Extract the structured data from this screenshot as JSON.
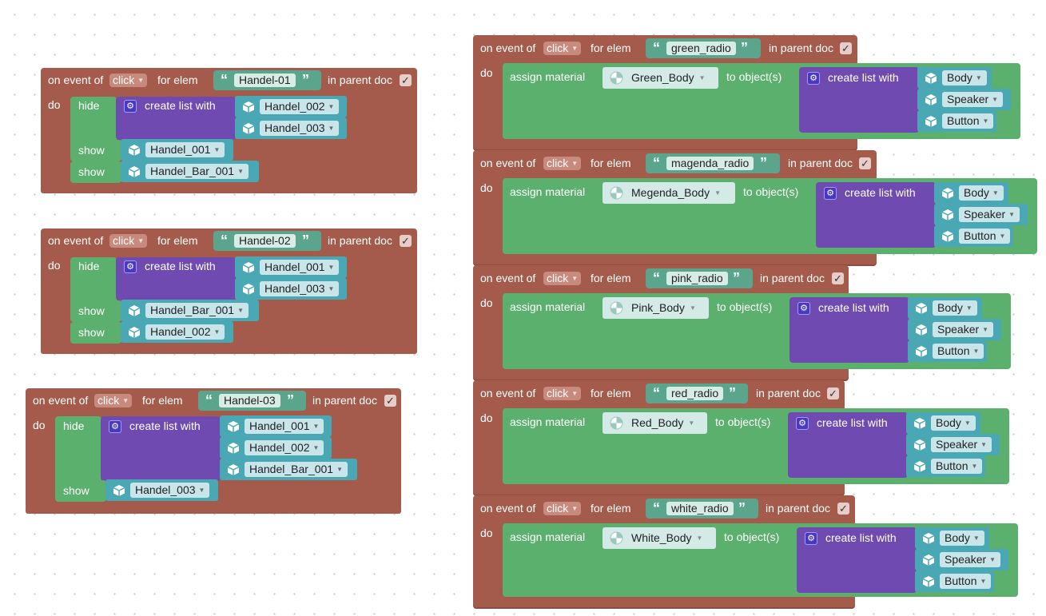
{
  "labels": {
    "on_event_of": "on event of",
    "for_elem": "for elem",
    "in_parent_doc": "in parent doc",
    "do": "do",
    "hide": "hide",
    "show": "show",
    "create_list_with": "create list with",
    "assign_material": "assign material",
    "to_objects": "to object(s)",
    "check": "✓"
  },
  "event_type": "click",
  "handle_events": [
    {
      "elem": "Handel-01",
      "hide_list": [
        "Handel_002",
        "Handel_003"
      ],
      "show": [
        "Handel_001",
        "Handel_Bar_001"
      ]
    },
    {
      "elem": "Handel-02",
      "hide_list": [
        "Handel_001",
        "Handel_003"
      ],
      "show": [
        "Handel_Bar_001",
        "Handel_002"
      ]
    },
    {
      "elem": "Handel-03",
      "hide_list": [
        "Handel_001",
        "Handel_002",
        "Handel_Bar_001"
      ],
      "show": [
        "Handel_003"
      ]
    }
  ],
  "material_events": [
    {
      "elem": "green_radio",
      "material": "Green_Body",
      "objects": [
        "Body",
        "Speaker",
        "Button"
      ]
    },
    {
      "elem": "magenda_radio",
      "material": "Megenda_Body",
      "objects": [
        "Body",
        "Speaker",
        "Button"
      ]
    },
    {
      "elem": "pink_radio",
      "material": "Pink_Body",
      "objects": [
        "Body",
        "Speaker",
        "Button"
      ]
    },
    {
      "elem": "red_radio",
      "material": "Red_Body",
      "objects": [
        "Body",
        "Speaker",
        "Button"
      ]
    },
    {
      "elem": "white_radio",
      "material": "White_Body",
      "objects": [
        "Body",
        "Speaker",
        "Button"
      ]
    }
  ],
  "colors": {
    "event_block": "#a55b4b",
    "action_block": "#5cb06d",
    "list_block": "#6f4bb1",
    "object_block": "#4aa8b4",
    "string_block": "#5ba58c"
  }
}
